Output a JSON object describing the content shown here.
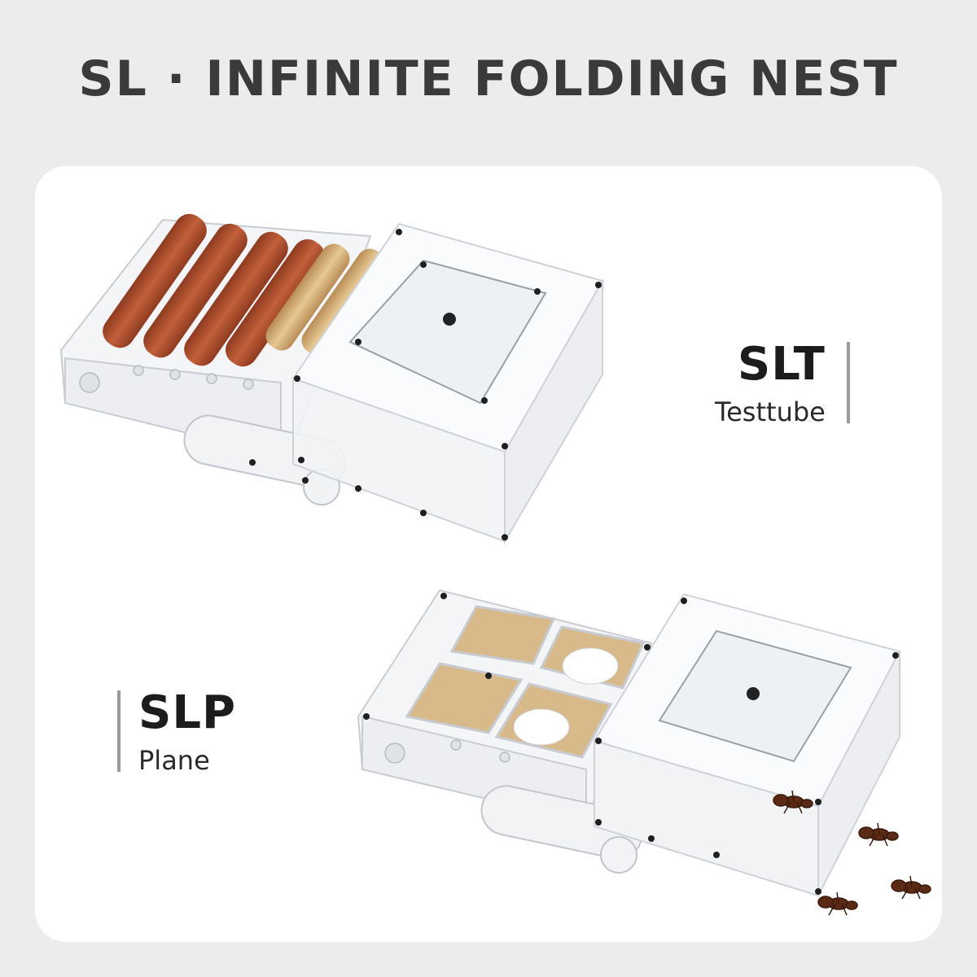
{
  "headline": "SL · INFINITE FOLDING NEST",
  "products": [
    {
      "code": "SLT",
      "name": "Testtube"
    },
    {
      "code": "SLP",
      "name": "Plane"
    }
  ],
  "colors": {
    "background": "#ececec",
    "card": "#ffffff",
    "headline": "#3a3a3a",
    "accent_bar": "#9a9a9a",
    "sand_red": "#b5532e",
    "sand_tan": "#d8b98a"
  }
}
